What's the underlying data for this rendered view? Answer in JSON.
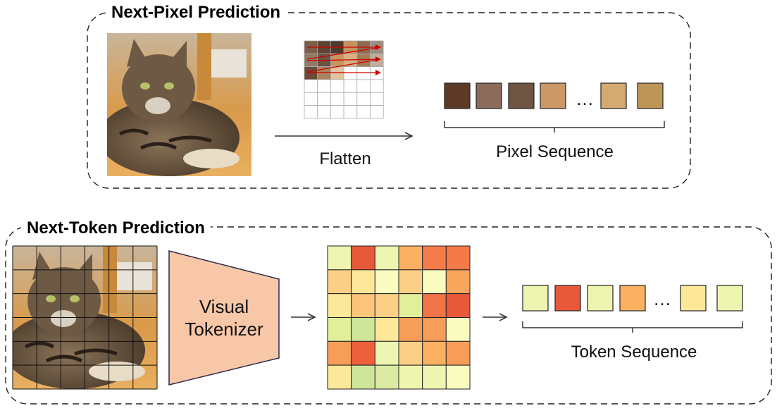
{
  "top": {
    "title": "Next-Pixel Prediction",
    "flatten_label": "Flatten",
    "sequence_label": "Pixel Sequence",
    "ellipsis": "…",
    "pixel_colors": [
      "#5c3a26",
      "#8a6b5c",
      "#6f5644",
      "#cd9868",
      "#d3aa72",
      "#bd9559"
    ],
    "grid_rows_filled": [
      [
        "#7c5e4b",
        "#5d4433",
        "#4e3a2c",
        "#c6915a",
        "#8a6b50",
        "#9c8e80"
      ],
      [
        "#8f7a66",
        "#6a5241",
        "#c8945f",
        "#d9b17f",
        "#a47d55",
        "#bfae9a"
      ],
      [
        "#6a4c39",
        "#a7835f",
        "#e2c4a0",
        "#ffffff",
        "#ffffff",
        "#ffffff"
      ]
    ],
    "photo_description_icon": "cat-photo-icon"
  },
  "bottom": {
    "title": "Next-Token Prediction",
    "tokenizer_label_line1": "Visual",
    "tokenizer_label_line2": "Tokenizer",
    "sequence_label": "Token Sequence",
    "ellipsis": "…",
    "token_colors": [
      "#eef5b0",
      "#e8593a",
      "#eef5b0",
      "#fbb062",
      "#fde89a",
      "#eef5b0"
    ],
    "heatmap": [
      [
        "#eef5b0",
        "#e8593a",
        "#eef5b0",
        "#fbb062",
        "#f57c4a",
        "#f47a48"
      ],
      [
        "#fbcf85",
        "#fde89a",
        "#fafcc0",
        "#fbcf85",
        "#fafcc0",
        "#f9a55a"
      ],
      [
        "#fde89a",
        "#fbc47c",
        "#fbcf85",
        "#e2ef9a",
        "#f07446",
        "#e8593a"
      ],
      [
        "#e2ef9a",
        "#cfe69a",
        "#fde89a",
        "#f79d5a",
        "#f79d5a",
        "#fafcc0"
      ],
      [
        "#f89d58",
        "#ee5f3c",
        "#eef5b0",
        "#fbcf85",
        "#fbb062",
        "#f89d58"
      ],
      [
        "#fde89a",
        "#cfe69a",
        "#dbeaa0",
        "#eef5b0",
        "#eef5b0",
        "#fafcc0"
      ]
    ]
  },
  "colors": {
    "tokenizer_fill": "#f7c7a8",
    "tokenizer_stroke": "#2a2a4a",
    "scan_arrow": "#d00000",
    "border": "#222222"
  }
}
